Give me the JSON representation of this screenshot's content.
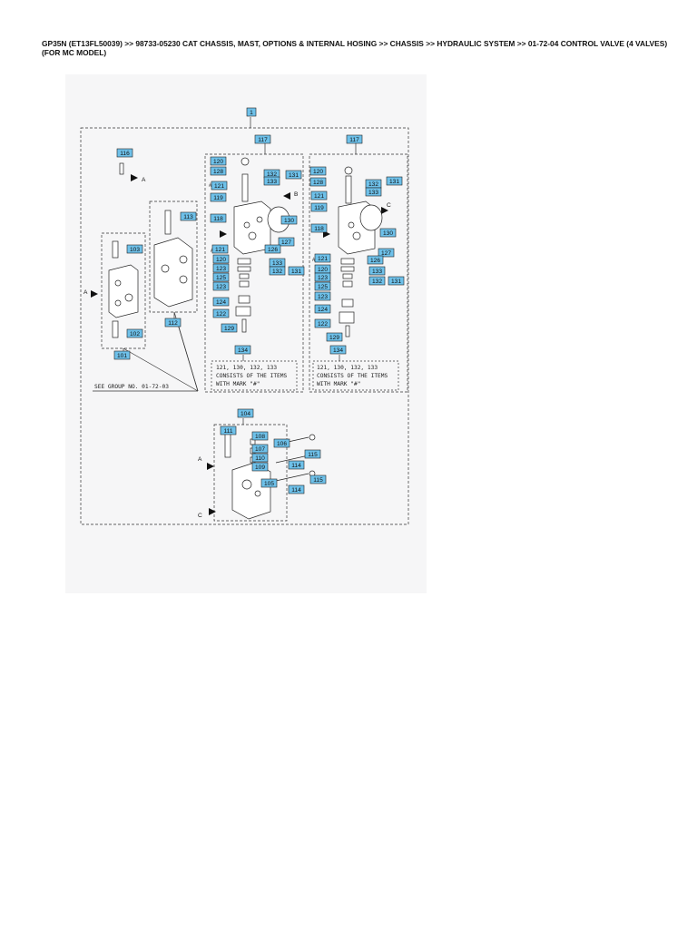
{
  "header": {
    "title": "GP35N (ET13FL50039) >> 98733-05230 CAT CHASSIS, MAST, OPTIONS & INTERNAL HOSING >> CHASSIS >> HYDRAULIC SYSTEM >> 01-72-04 CONTROL VALVE (4 VALVES) (FOR MC MODEL)"
  },
  "diagram": {
    "label_color": "#6ec1ea",
    "callouts": {
      "assembly": "1",
      "c101": "101",
      "c102": "102",
      "c103": "103",
      "c104": "104",
      "c105": "105",
      "c106": "106",
      "c107": "107",
      "c108": "108",
      "c109": "109",
      "c110": "110",
      "c111": "111",
      "c112": "112",
      "c113": "113",
      "c114": "114",
      "c115": "115",
      "c116": "116",
      "c117": "117",
      "c118": "118",
      "c119": "119",
      "c120": "120",
      "c121": "121",
      "c122": "122",
      "c123": "123",
      "c124": "124",
      "c125": "125",
      "c126": "126",
      "c127": "127",
      "c128": "128",
      "c129": "129",
      "c130": "130",
      "c131": "131",
      "c132": "132",
      "c133": "133",
      "c134": "134"
    },
    "notes": {
      "kit_line1": "121, 130, 132, 133",
      "kit_line2": "CONSISTS OF THE ITEMS",
      "kit_line3": "WITH MARK \"#\"",
      "see_group": "SEE GROUP NO. 01-72-03"
    },
    "markers": {
      "a": "A",
      "b": "B",
      "c": "C",
      "hash": "#"
    }
  }
}
